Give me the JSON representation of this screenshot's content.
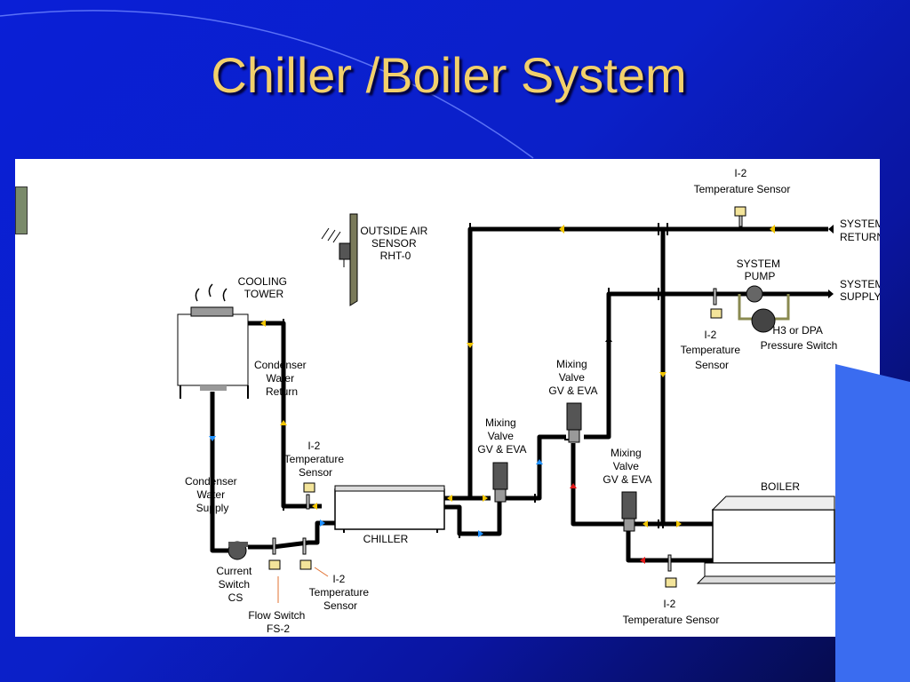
{
  "slide": {
    "title": "Chiller /Boiler System"
  },
  "labels": {
    "outside_air_sensor": [
      "OUTSIDE AIR",
      "SENSOR",
      "RHT-0"
    ],
    "cooling_tower": [
      "COOLING",
      "TOWER"
    ],
    "condenser_water_return": [
      "Condenser",
      "Water",
      "Return"
    ],
    "condenser_water_supply": [
      "Condenser",
      "Water",
      "Supply"
    ],
    "temp_sensor_chiller": [
      "I-2",
      "Temperature",
      "Sensor"
    ],
    "chiller": "CHILLER",
    "current_switch": [
      "Current",
      "Switch",
      "CS"
    ],
    "flow_switch": [
      "Flow Switch",
      "FS-2"
    ],
    "temp_sensor_bottom": [
      "I-2",
      "Temperature",
      "Sensor"
    ],
    "mixing_valve_1": [
      "Mixing",
      "Valve",
      "GV & EVA"
    ],
    "mixing_valve_2": [
      "Mixing",
      "Valve",
      "GV & EVA"
    ],
    "mixing_valve_3": [
      "Mixing",
      "Valve",
      "GV & EVA"
    ],
    "temp_sensor_top": [
      "I-2",
      "Temperature Sensor"
    ],
    "system_return": [
      "SYSTEM",
      "RETURN"
    ],
    "system_pump": [
      "SYSTEM",
      "PUMP"
    ],
    "system_supply": [
      "SYSTEM",
      "SUPPLY"
    ],
    "temp_sensor_supply": [
      "I-2",
      "Temperature",
      "Sensor"
    ],
    "pressure_switch": [
      "H3 or DPA",
      "Pressure Switch"
    ],
    "boiler": "BOILER",
    "temp_sensor_boiler": [
      "I-2",
      "Temperature Sensor"
    ]
  },
  "colors": {
    "pipe": "#000000",
    "arrow_yellow": "#f0c400",
    "arrow_blue": "#1e90ff",
    "arrow_red": "#e01818",
    "sensor": "#f3e49a",
    "pump_frame": "#8a8a50",
    "title": "#f2d06b"
  }
}
